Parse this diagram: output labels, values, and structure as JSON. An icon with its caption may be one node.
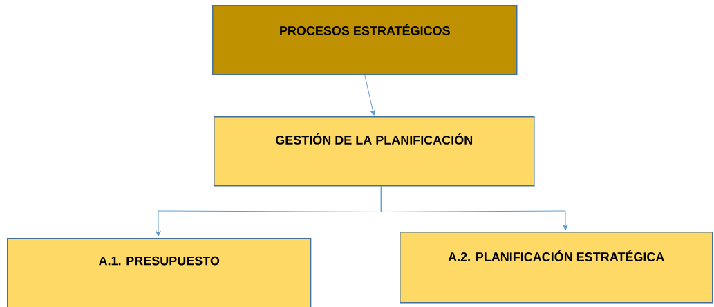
{
  "diagram": {
    "nodes": [
      {
        "text": [
          "PROCESOS ESTRATÉGICOS"
        ]
      },
      {
        "text": [
          "GESTIÓN DE LA PLANIFICACIÓN"
        ]
      },
      {
        "text": [
          "A.1. PRESUPUESTO"
        ]
      },
      {
        "text": [
          "A.2. PLANIFICACIÓN ESTRATÉGICA"
        ]
      }
    ],
    "edges": [
      {
        "from": 0,
        "to": 1,
        "arrow": "to"
      },
      {
        "from": 1,
        "to": 2,
        "arrow": "to"
      },
      {
        "from": 1,
        "to": 3,
        "arrow": "to"
      }
    ]
  }
}
